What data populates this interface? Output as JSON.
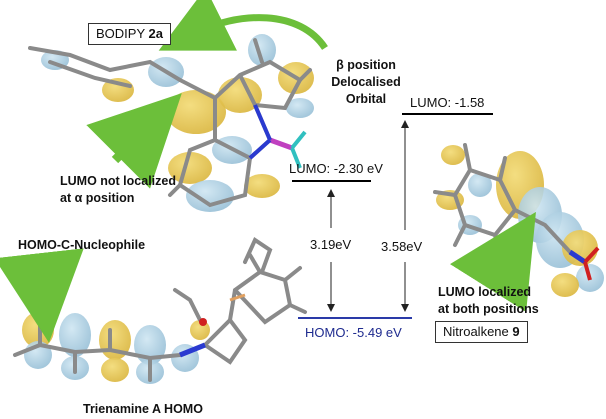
{
  "labels": {
    "bodipy_prefix": "BODIPY ",
    "bodipy_num": "2a",
    "beta_line1": "β position",
    "beta_line2": "Delocalised",
    "beta_line3": "Orbital",
    "lumo_bodipy": "LUMO: -2.30 eV",
    "lumo_nitro": "LUMO: -1.58",
    "lumo_alpha_line1": "LUMO not localized",
    "lumo_alpha_line2": "at α position",
    "homo_nucleophile": "HOMO-C-Nucleophile",
    "gap_small": "3.19eV",
    "gap_large": "3.58eV",
    "homo_level": "HOMO: -5.49 eV",
    "lumo_both_line1": "LUMO localized",
    "lumo_both_line2": "at both positions",
    "nitro_prefix": "Nitroalkene ",
    "nitro_num": "9",
    "trienamine": "Trienamine A HOMO"
  },
  "colors": {
    "orbital_yellow": "#e8c84a",
    "orbital_blue": "#9cc6dc",
    "arrow_green": "#6cbf3a",
    "homo_line": "#2a3aa8",
    "bond_grey": "#8a8a8a",
    "nitrogen": "#2a3ad0",
    "boron": "#c040c0",
    "fluorine": "#30c0c0",
    "oxygen": "#d02020"
  }
}
